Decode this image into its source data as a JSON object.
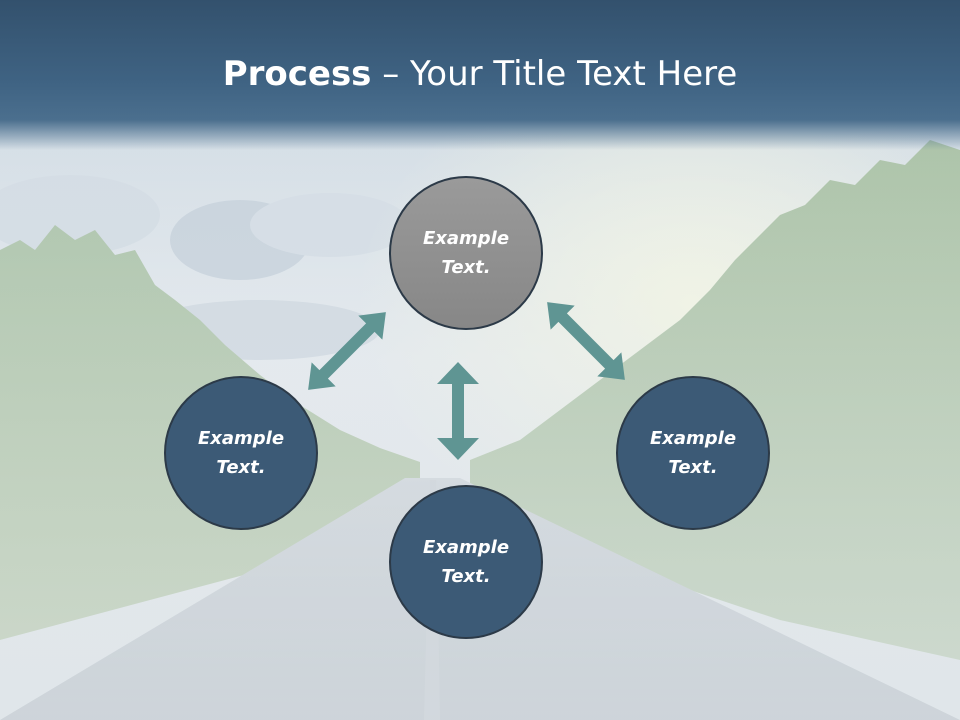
{
  "title": {
    "bold": "Process",
    "rest": " – Your Title Text Here"
  },
  "nodes": {
    "top": {
      "line1": "Example",
      "line2": "Text."
    },
    "left": {
      "line1": "Example",
      "line2": "Text."
    },
    "right": {
      "line1": "Example",
      "line2": "Text."
    },
    "bottom": {
      "line1": "Example",
      "line2": "Text."
    }
  },
  "colors": {
    "node_blue": "#3c5a76",
    "node_gray": "#8c8c8c",
    "arrow": "#5f9593",
    "title_bar": "#3b5c7b"
  },
  "background": "road-through-forest-photo"
}
